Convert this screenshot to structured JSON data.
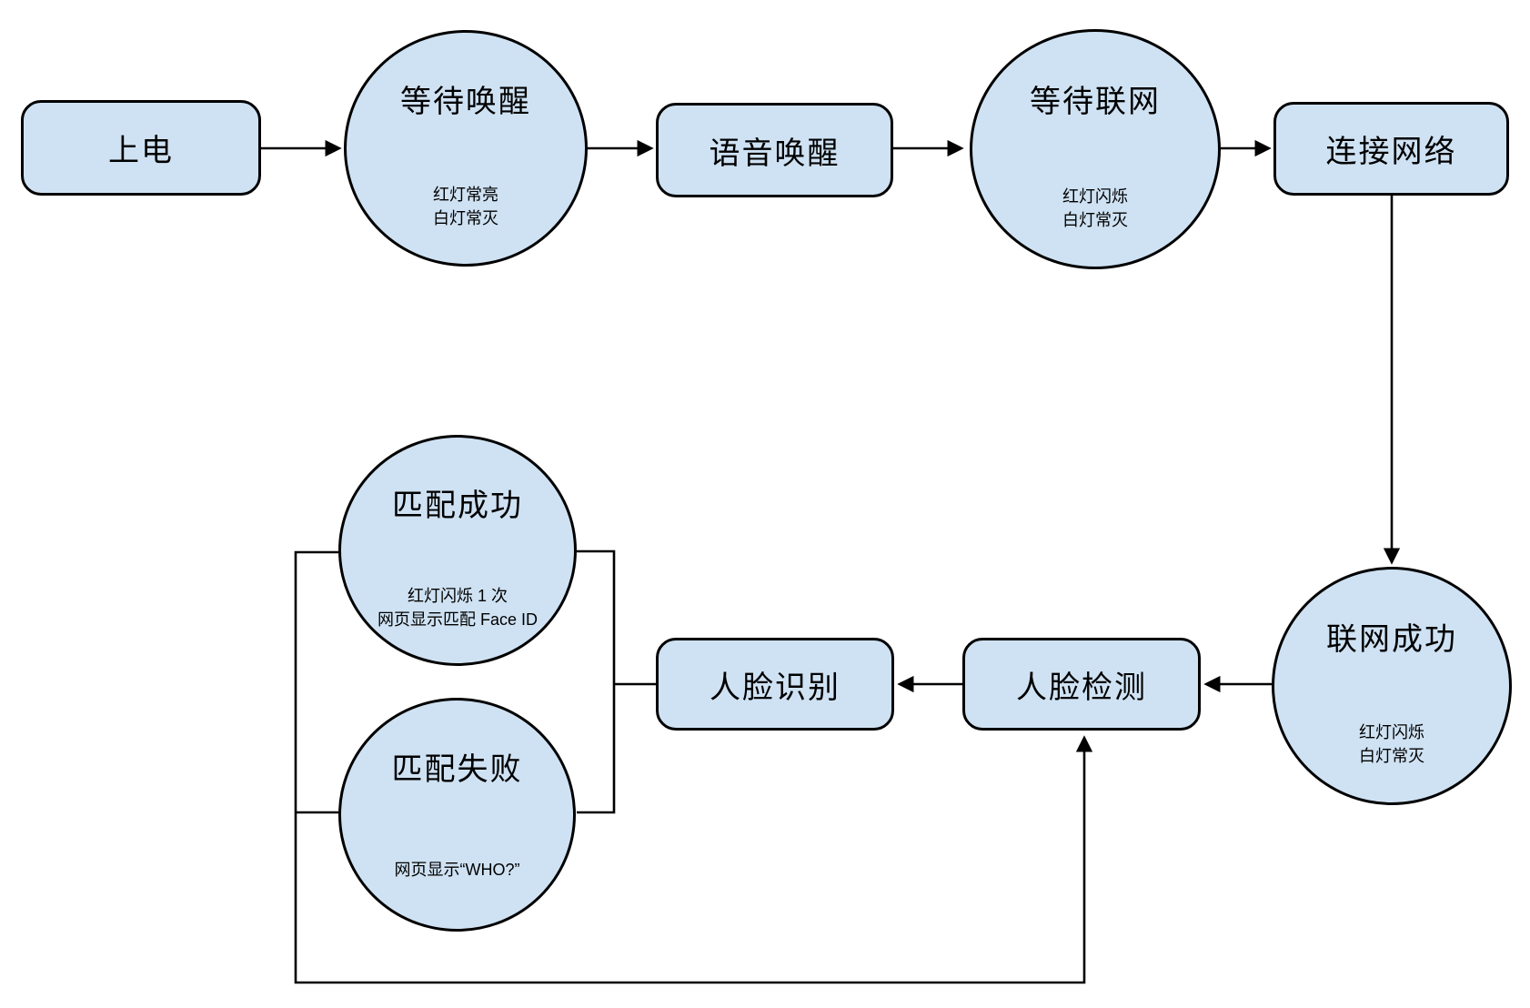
{
  "diagram": {
    "background_color": "#ffffff",
    "node_fill_color": "#cfe2f3",
    "node_border_color": "#000000",
    "connector_color": "#000000",
    "nodes": [
      {
        "id": "power-on",
        "shape": "rect",
        "label": "上电",
        "sub": []
      },
      {
        "id": "wait-wake",
        "shape": "circle",
        "label": "等待唤醒",
        "sub": [
          "红灯常亮",
          "白灯常灭"
        ]
      },
      {
        "id": "voice-wake",
        "shape": "rect",
        "label": "语音唤醒",
        "sub": []
      },
      {
        "id": "wait-network",
        "shape": "circle",
        "label": "等待联网",
        "sub": [
          "红灯闪烁",
          "白灯常灭"
        ]
      },
      {
        "id": "connect-network",
        "shape": "rect",
        "label": "连接网络",
        "sub": []
      },
      {
        "id": "network-success",
        "shape": "circle",
        "label": "联网成功",
        "sub": [
          "红灯闪烁",
          "白灯常灭"
        ]
      },
      {
        "id": "face-detection",
        "shape": "rect",
        "label": "人脸检测",
        "sub": []
      },
      {
        "id": "face-recognition",
        "shape": "rect",
        "label": "人脸识别",
        "sub": []
      },
      {
        "id": "match-success",
        "shape": "circle",
        "label": "匹配成功",
        "sub": [
          "红灯闪烁 1 次",
          "网页显示匹配 Face ID"
        ]
      },
      {
        "id": "match-fail",
        "shape": "circle",
        "label": "匹配失败",
        "sub": [
          "网页显示“WHO?”"
        ]
      }
    ],
    "edges": [
      {
        "from": "power-on",
        "to": "wait-wake",
        "arrow": true
      },
      {
        "from": "wait-wake",
        "to": "voice-wake",
        "arrow": true
      },
      {
        "from": "voice-wake",
        "to": "wait-network",
        "arrow": true
      },
      {
        "from": "wait-network",
        "to": "connect-network",
        "arrow": true
      },
      {
        "from": "connect-network",
        "to": "network-success",
        "arrow": true
      },
      {
        "from": "network-success",
        "to": "face-detection",
        "arrow": true
      },
      {
        "from": "face-detection",
        "to": "face-recognition",
        "arrow": true
      },
      {
        "from": "face-recognition",
        "to": "match-success",
        "arrow": false
      },
      {
        "from": "face-recognition",
        "to": "match-fail",
        "arrow": false
      },
      {
        "from": "match-success",
        "to": "face-detection",
        "arrow": true
      },
      {
        "from": "match-fail",
        "to": "face-detection",
        "arrow": true
      }
    ]
  }
}
